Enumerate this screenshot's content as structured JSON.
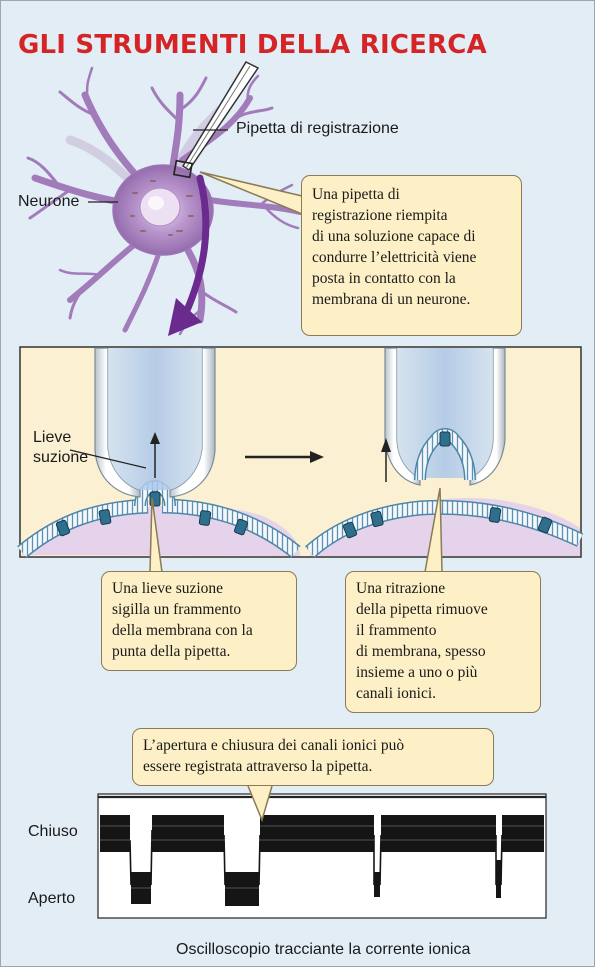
{
  "title": "GLI STRUMENTI DELLA RICERCA",
  "labels": {
    "pipette": "Pipetta di registrazione",
    "neuron": "Neurone",
    "suction": [
      "Lieve",
      "suzione"
    ],
    "closed": "Chiuso",
    "open": "Aperto",
    "oscilloscope": "Oscilloscopio tracciante la corrente ionica"
  },
  "callouts": {
    "pipette_contact": [
      "Una pipetta di",
      "registrazione riempita",
      "di una soluzione capace di",
      "condurre l’elettricità viene",
      "posta in contatto con la",
      "membrana di un neurone."
    ],
    "seal": [
      "Una lieve suzione",
      "sigilla un frammento",
      "della membrana con la",
      "punta della pipetta."
    ],
    "retraction": [
      "Una ritrazione",
      "della pipetta rimuove",
      "il frammento",
      "di membrana, spesso",
      "insieme a uno o più",
      "canali ionici."
    ],
    "recording": [
      "L’apertura e chiusura dei canali ionici può",
      "essere registrata attraverso la pipetta."
    ]
  },
  "colors": {
    "title": "#d42426",
    "background": "#e3edf6",
    "callout_fill": "#fdf0c6",
    "panel_fill": "#fbf0d2",
    "neuron": "#a37cb8",
    "arrow": "#6a2a8e",
    "channel": "#2f6f8e"
  }
}
